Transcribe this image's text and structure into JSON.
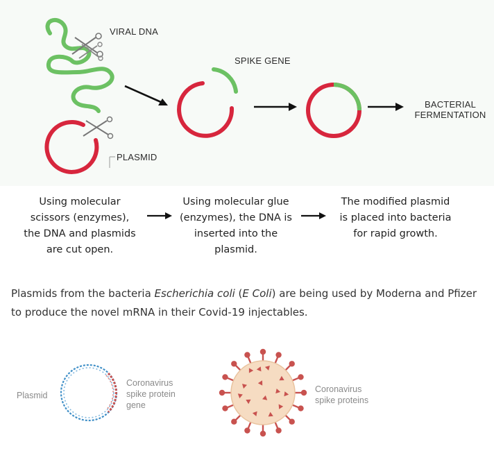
{
  "top_diagram": {
    "viral_dna_label": "VIRAL DNA",
    "spike_gene_label": "SPIKE GENE",
    "plasmid_label": "PLASMID",
    "bacterial_label_line1": "BACTERIAL",
    "bacterial_label_line2": "FERMENTATION"
  },
  "steps": [
    {
      "lines": [
        "Using molecular",
        "scissors (enzymes),",
        "the DNA and plasmids",
        "are cut open."
      ]
    },
    {
      "lines": [
        "Using molecular glue",
        "(enzymes), the DNA is",
        "inserted into the",
        "plasmid."
      ]
    },
    {
      "lines": [
        "The modified plasmid",
        "is placed into bacteria",
        "for rapid growth."
      ]
    }
  ],
  "caption": {
    "part1": "Plasmids from the bacteria ",
    "species_italic": "Escherichia coli",
    "part2": " (",
    "abbr_italic": "E Coli",
    "part3": ") are being used by Moderna and Pfizer to produce the novel mRNA in their Covid-19 injectables."
  },
  "bottom_diagram": {
    "plasmid_label": "Plasmid",
    "gene_label_line1": "Coronavirus",
    "gene_label_line2": "spike protein",
    "gene_label_line3": "gene",
    "virus_label_line1": "Coronavirus",
    "virus_label_line2": "spike proteins"
  },
  "colors": {
    "dna_green": "#6cc163",
    "plasmid_red": "#d7263d",
    "arrow": "#111111",
    "plasmid_blue": "#3f8fc7",
    "virus_fill": "#f6dcc2",
    "virus_spike": "#c8524f"
  },
  "icons": [
    "scissors-icon",
    "arrow-right-icon"
  ]
}
